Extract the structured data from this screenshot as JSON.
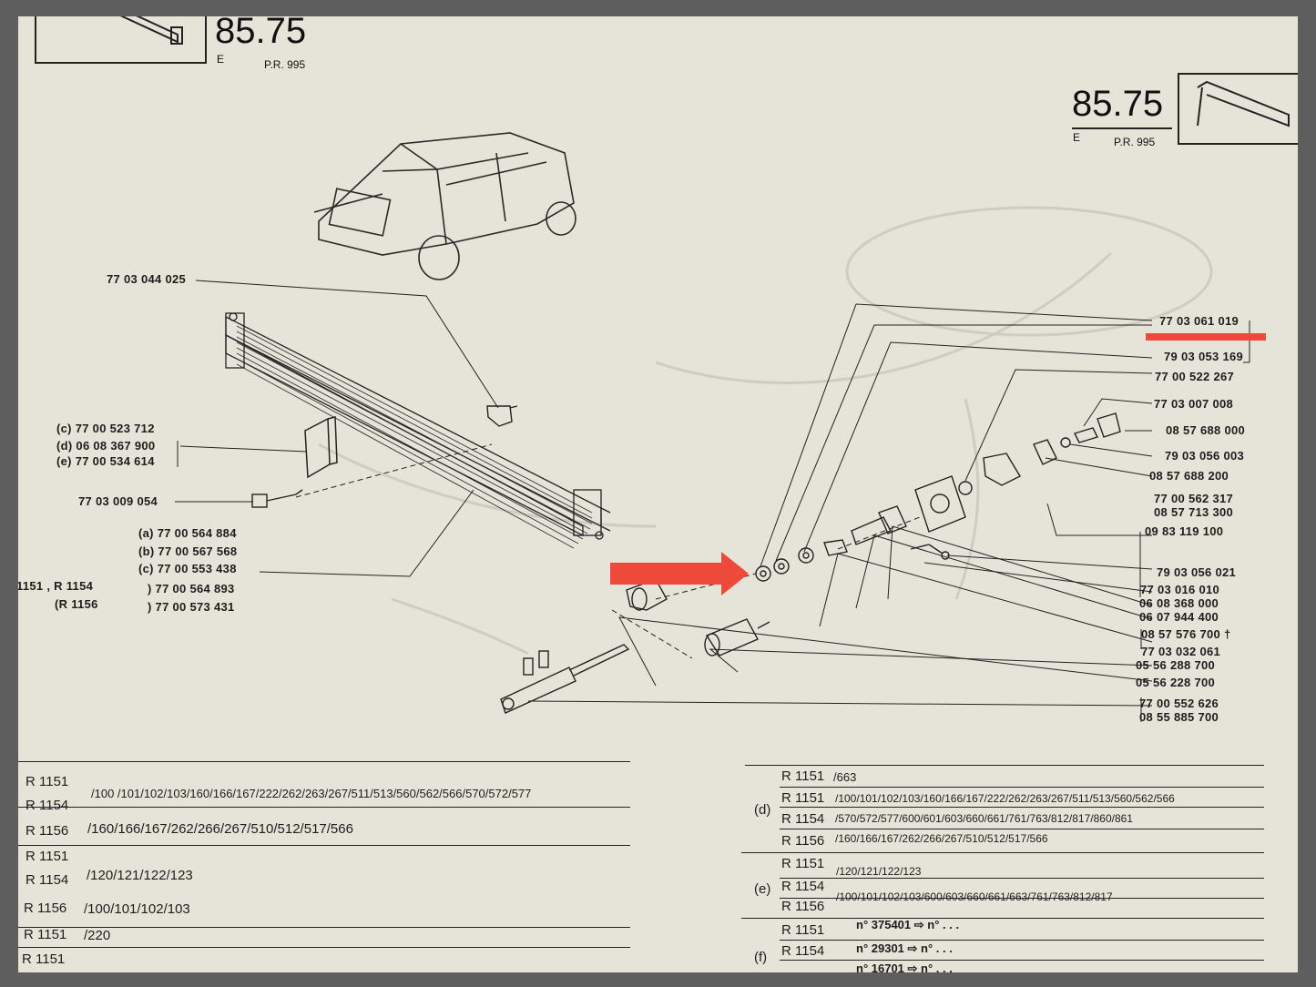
{
  "header": {
    "page_left": {
      "number": "85.75",
      "letter": "E",
      "ref": "P.R. 995"
    },
    "page_right": {
      "number": "85.75",
      "letter": "E",
      "ref": "P.R. 995"
    }
  },
  "left_parts": {
    "radiator": "77 03 044 025",
    "clip": "77 03 009 054",
    "bracket_c": "(c)  77 00 523 712",
    "bracket_d": "(d)  06 08 367 900",
    "bracket_e": "(e)  77 00 534 614",
    "core_a": "(a)  77 00 564 884",
    "core_b": "(b)  77 00 567 568",
    "core_c": "(c)  77 00 553 438",
    "core_r1154": "1151 , R 1154",
    "core_r1154_num": ") 77 00 564 893",
    "core_r1156": "(R 1156",
    "core_r1156_num": ") 77 00 573 431"
  },
  "right_parts": [
    "77 03 061 019",
    "79 03 053 169",
    "77 00 522 267",
    "77 03 007 008",
    "08 57 688 000",
    "79 03 056 003",
    "08 57 688 200",
    "77 00 562 317",
    "08 57 713 300",
    "09 83 119 100",
    "79 03 056 021",
    "77 03 016 010",
    "06 08 368 000",
    "06 07 944 400",
    "08 57 576 700 †",
    "77 03 032 061",
    "05 56 288 700",
    "05 56 228 700",
    "77 00 552 626",
    "08 55 885 700"
  ],
  "left_table": [
    {
      "model": "R 1151",
      "codes": ""
    },
    {
      "model": "R 1154",
      "codes": "/100 /101/102/103/160/166/167/222/262/263/267/511/513/560/562/566/570/572/577"
    },
    {
      "model": "R 1156",
      "codes": "/160/166/167/262/266/267/510/512/517/566"
    },
    {
      "model": "R 1151",
      "codes": ""
    },
    {
      "model": "R 1154",
      "codes": "/120/121/122/123"
    },
    {
      "model": "R 1156",
      "codes": "/100/101/102/103"
    },
    {
      "model": "R 1151",
      "codes": "/220"
    },
    {
      "model": "R 1151",
      "codes": ""
    }
  ],
  "right_table": {
    "d_label": "(d)",
    "e_label": "(e)",
    "f_label": "(f)",
    "rows": [
      {
        "model": "R 1151",
        "codes": "/663"
      },
      {
        "model": "R 1151",
        "codes": "/100/101/102/103/160/166/167/222/262/263/267/511/513/560/562/566"
      },
      {
        "model": "R 1154",
        "codes": "/570/572/577/600/601/603/660/661/761/763/812/817/860/861"
      },
      {
        "model": "R 1156",
        "codes": "/160/166/167/262/266/267/510/512/517/566"
      },
      {
        "model": "R 1151",
        "codes": ""
      },
      {
        "model": "R 1154",
        "codes": "/120/121/122/123"
      },
      {
        "model": "R 1156",
        "codes": "/100/101/102/103/600/603/660/661/663/761/763/812/817"
      },
      {
        "model": "R 1151",
        "codes": "n° 375401 ⇨ n° . . ."
      },
      {
        "model": "R 1154",
        "codes": "n° 29301 ⇨ n° . . ."
      },
      {
        "model": "",
        "codes": "n° 16701 ⇨ n° . . ."
      }
    ]
  },
  "colors": {
    "paper": "#e6e4d9",
    "ink": "#1d1d1d",
    "arrow": "#ee4a3c",
    "frame": "#5e5e5e"
  },
  "annotations": {
    "arrow_icon": "red-arrow-icon",
    "highlight_icon": "red-highlight-bar"
  }
}
